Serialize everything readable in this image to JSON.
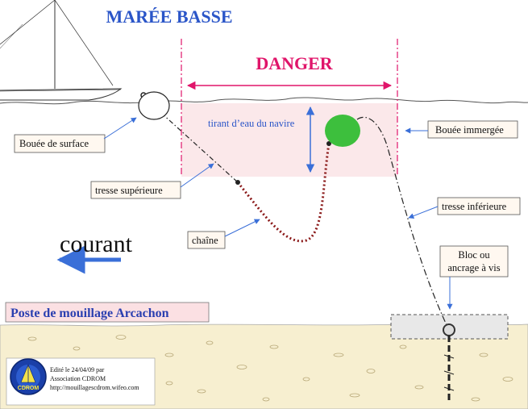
{
  "title": "MARÉE BASSE",
  "danger_label": "DANGER",
  "draft_label": "tirant d’eau du navire",
  "labels": {
    "surface_buoy": "Bouée de surface",
    "submerged_buoy": "Bouée immergée",
    "upper_rope": "tresse supérieure",
    "lower_rope": "tresse inférieure",
    "chain": "chaîne",
    "block_line1": "Bloc ou",
    "block_line2": "ancrage à vis"
  },
  "current_label": "courant",
  "subtitle": "Poste de mouillage Arcachon",
  "credit": {
    "line1": "Edité le 24/04/09 par",
    "line2": "Association CDROM",
    "line3": "http://mouillagescdrom.wifeo.com"
  },
  "logo_text": "CDROM",
  "colors": {
    "title": "#2a55c8",
    "danger": "#e0156a",
    "danger_zone": "#fbe8ea",
    "arrow_blue": "#3a6fd8",
    "chain": "#8a1818",
    "submerged_buoy": "#3dbf3d",
    "seabed": "#f7efd0",
    "subtitle_bg": "#fbe0e3"
  }
}
